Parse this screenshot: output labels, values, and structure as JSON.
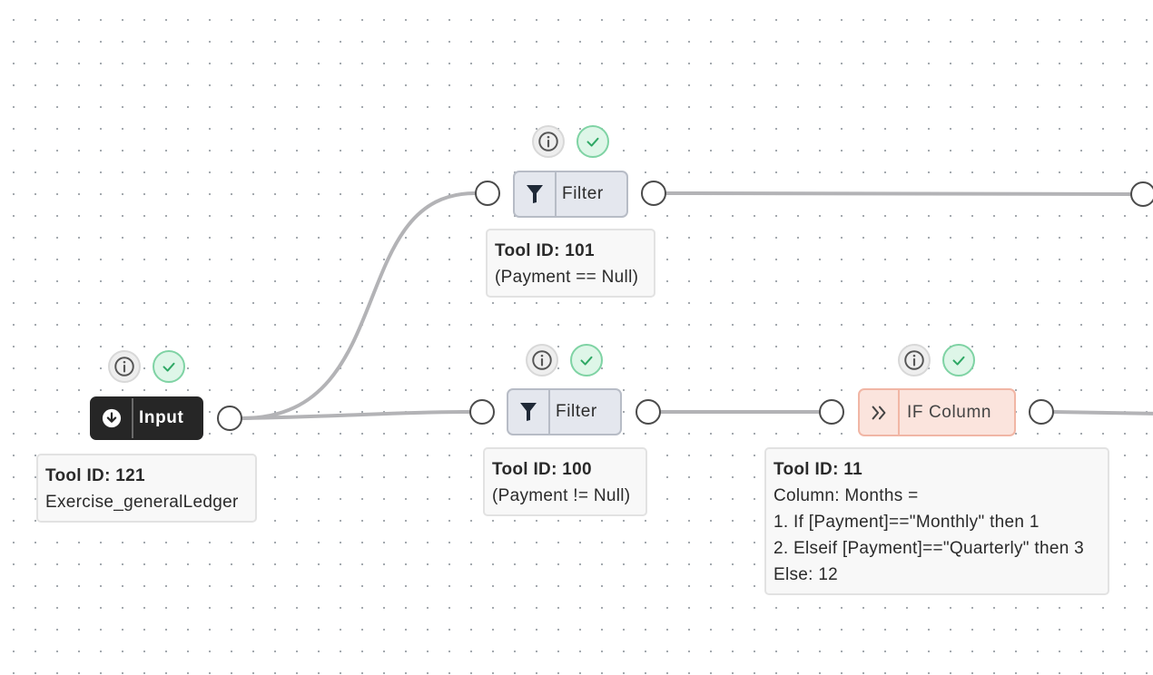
{
  "nodes": {
    "input": {
      "label": "Input",
      "icon": "download-circle-icon"
    },
    "filter_top": {
      "label": "Filter",
      "icon": "funnel-icon"
    },
    "filter_mid": {
      "label": "Filter",
      "icon": "funnel-icon"
    },
    "if_column": {
      "label": "IF Column",
      "icon": "double-chevron-right-icon"
    }
  },
  "cards": {
    "input": {
      "title": "Tool ID: 121",
      "lines": [
        "Exercise_generalLedger"
      ]
    },
    "filter_top": {
      "title": "Tool ID: 101",
      "lines": [
        "(Payment == Null)"
      ]
    },
    "filter_mid": {
      "title": "Tool ID: 100",
      "lines": [
        "(Payment != Null)"
      ]
    },
    "if_column": {
      "title": "Tool ID: 11",
      "lines": [
        "Column: Months =",
        "1. If [Payment]==\"Monthly\" then 1",
        "2. Elseif [Payment]==\"Quarterly\" then 3",
        "Else: 12"
      ]
    }
  },
  "status_icons": {
    "info": "info-icon",
    "valid": "check-circle-icon"
  },
  "colors": {
    "input_node": "#262626",
    "filter_node": "#e4e7ee",
    "if_column_node": "#fbe4dd",
    "valid_badge": "#def6e8",
    "edge": "#b3b3b6"
  }
}
